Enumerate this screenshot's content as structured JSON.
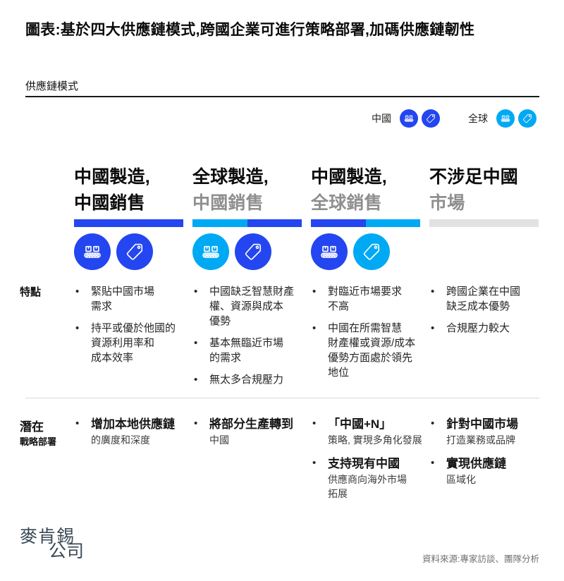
{
  "title": "圖表:基於四大供應鏈模式,跨國企業可進行策略部署,加碼供應鏈韌性",
  "section_label": "供應鏈模式",
  "legend": {
    "china_label": "中國",
    "global_label": "全球"
  },
  "colors": {
    "china_blue": "#2446f0",
    "global_cyan": "#00a9f4",
    "neutral_bar_gray": "#e2e2e2",
    "muted_header_gray": "#8f8f8f",
    "logo_navy": "#3b4956"
  },
  "row_labels": {
    "features": "特點",
    "strategy_line1": "潛在",
    "strategy_line2": "戰略部署"
  },
  "columns": [
    {
      "header_line1": "中國製造,",
      "header_line2": "中國銷售",
      "features": [
        "緊貼中國市場\n需求",
        "持平或優於他國的\n資源利用率和\n成本效率"
      ],
      "strategies": [
        {
          "main": "增加本地供應鏈",
          "sub": "的廣度和深度"
        }
      ]
    },
    {
      "header_line1": "全球製造,",
      "header_line2": "中國銷售",
      "features": [
        "中國缺乏智慧財產\n權、資源與成本\n優勢",
        "基本無臨近市場\n的需求",
        "無太多合規壓力"
      ],
      "strategies": [
        {
          "main": "將部分生產轉到",
          "sub": "中國"
        }
      ]
    },
    {
      "header_line1": "中國製造,",
      "header_line2": "全球銷售",
      "features": [
        "對臨近市場要求\n不高",
        "中國在所需智慧\n財產權或資源/成本\n優勢方面處於領先\n地位"
      ],
      "strategies": [
        {
          "main": "「中國+N」",
          "sub": "策略, 實現多角化發展"
        },
        {
          "main": "支持現有中國",
          "sub": "供應商向海外市場\n拓展"
        }
      ]
    },
    {
      "header_line1": "不涉足中國",
      "header_line2": "市場",
      "features": [
        "跨國企業在中國\n缺乏成本優勢",
        "合規壓力較大"
      ],
      "strategies": [
        {
          "main": "針對中國市場",
          "sub": "打造業務或品牌"
        },
        {
          "main": "實現供應鏈",
          "sub": "區域化"
        }
      ]
    }
  ],
  "footer": {
    "logo_line1": "麥肯錫",
    "logo_line2": "公司",
    "source": "資料來源:專家訪談、團隊分析"
  }
}
